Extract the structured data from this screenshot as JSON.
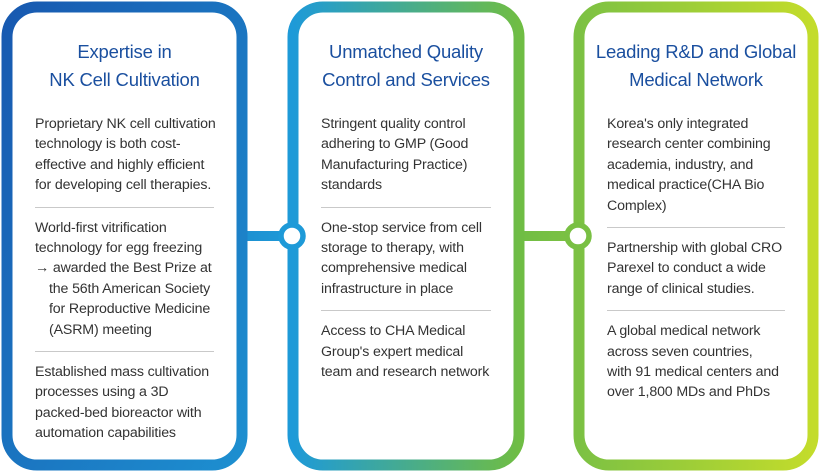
{
  "colors": {
    "blue": "#1a5fb4",
    "mid": "#1f9bd6",
    "green": "#7ec242",
    "lime": "#c5dd2a",
    "title_1": "#1a4f9f",
    "title_2": "#1a4f9f",
    "title_3": "#1a4f9f"
  },
  "columns": [
    {
      "title_lines": [
        "Expertise in",
        "NK Cell Cultivation"
      ],
      "items": [
        {
          "lines": [
            "Proprietary NK cell cultivation",
            "technology is both cost-",
            "effective and highly efficient",
            "for developing cell therapies."
          ]
        },
        {
          "lines": [
            "World-first vitrification",
            "technology for egg freezing",
            "→ awarded the Best Prize at",
            "the 56th American Society",
            "for Reproductive Medicine",
            "(ASRM) meeting"
          ],
          "indent_from": 3
        },
        {
          "lines": [
            "Established mass cultivation",
            "processes using a 3D",
            "packed-bed bioreactor with",
            "automation capabilities"
          ]
        }
      ]
    },
    {
      "title_lines": [
        "Unmatched Quality",
        "Control and Services"
      ],
      "items": [
        {
          "lines": [
            "Stringent quality control",
            "adhering to GMP (Good",
            "Manufacturing Practice)",
            "standards"
          ]
        },
        {
          "lines": [
            "One-stop service from cell",
            "storage to therapy, with",
            "comprehensive medical",
            "infrastructure in place"
          ]
        },
        {
          "lines": [
            "Access to CHA Medical",
            "Group's expert medical",
            "team and research network"
          ]
        }
      ]
    },
    {
      "title_lines": [
        "Leading R&D and Global",
        "Medical Network"
      ],
      "items": [
        {
          "lines": [
            "Korea's only integrated",
            "research center combining",
            "academia, industry, and",
            "medical practice(CHA Bio",
            "Complex)"
          ]
        },
        {
          "lines": [
            "Partnership with global CRO",
            "Parexel to conduct a wide",
            "range of clinical studies."
          ]
        },
        {
          "lines": [
            "A global medical network",
            "across seven countries,",
            "with 91 medical centers and",
            "over 1,800 MDs and PhDs"
          ]
        }
      ]
    }
  ]
}
